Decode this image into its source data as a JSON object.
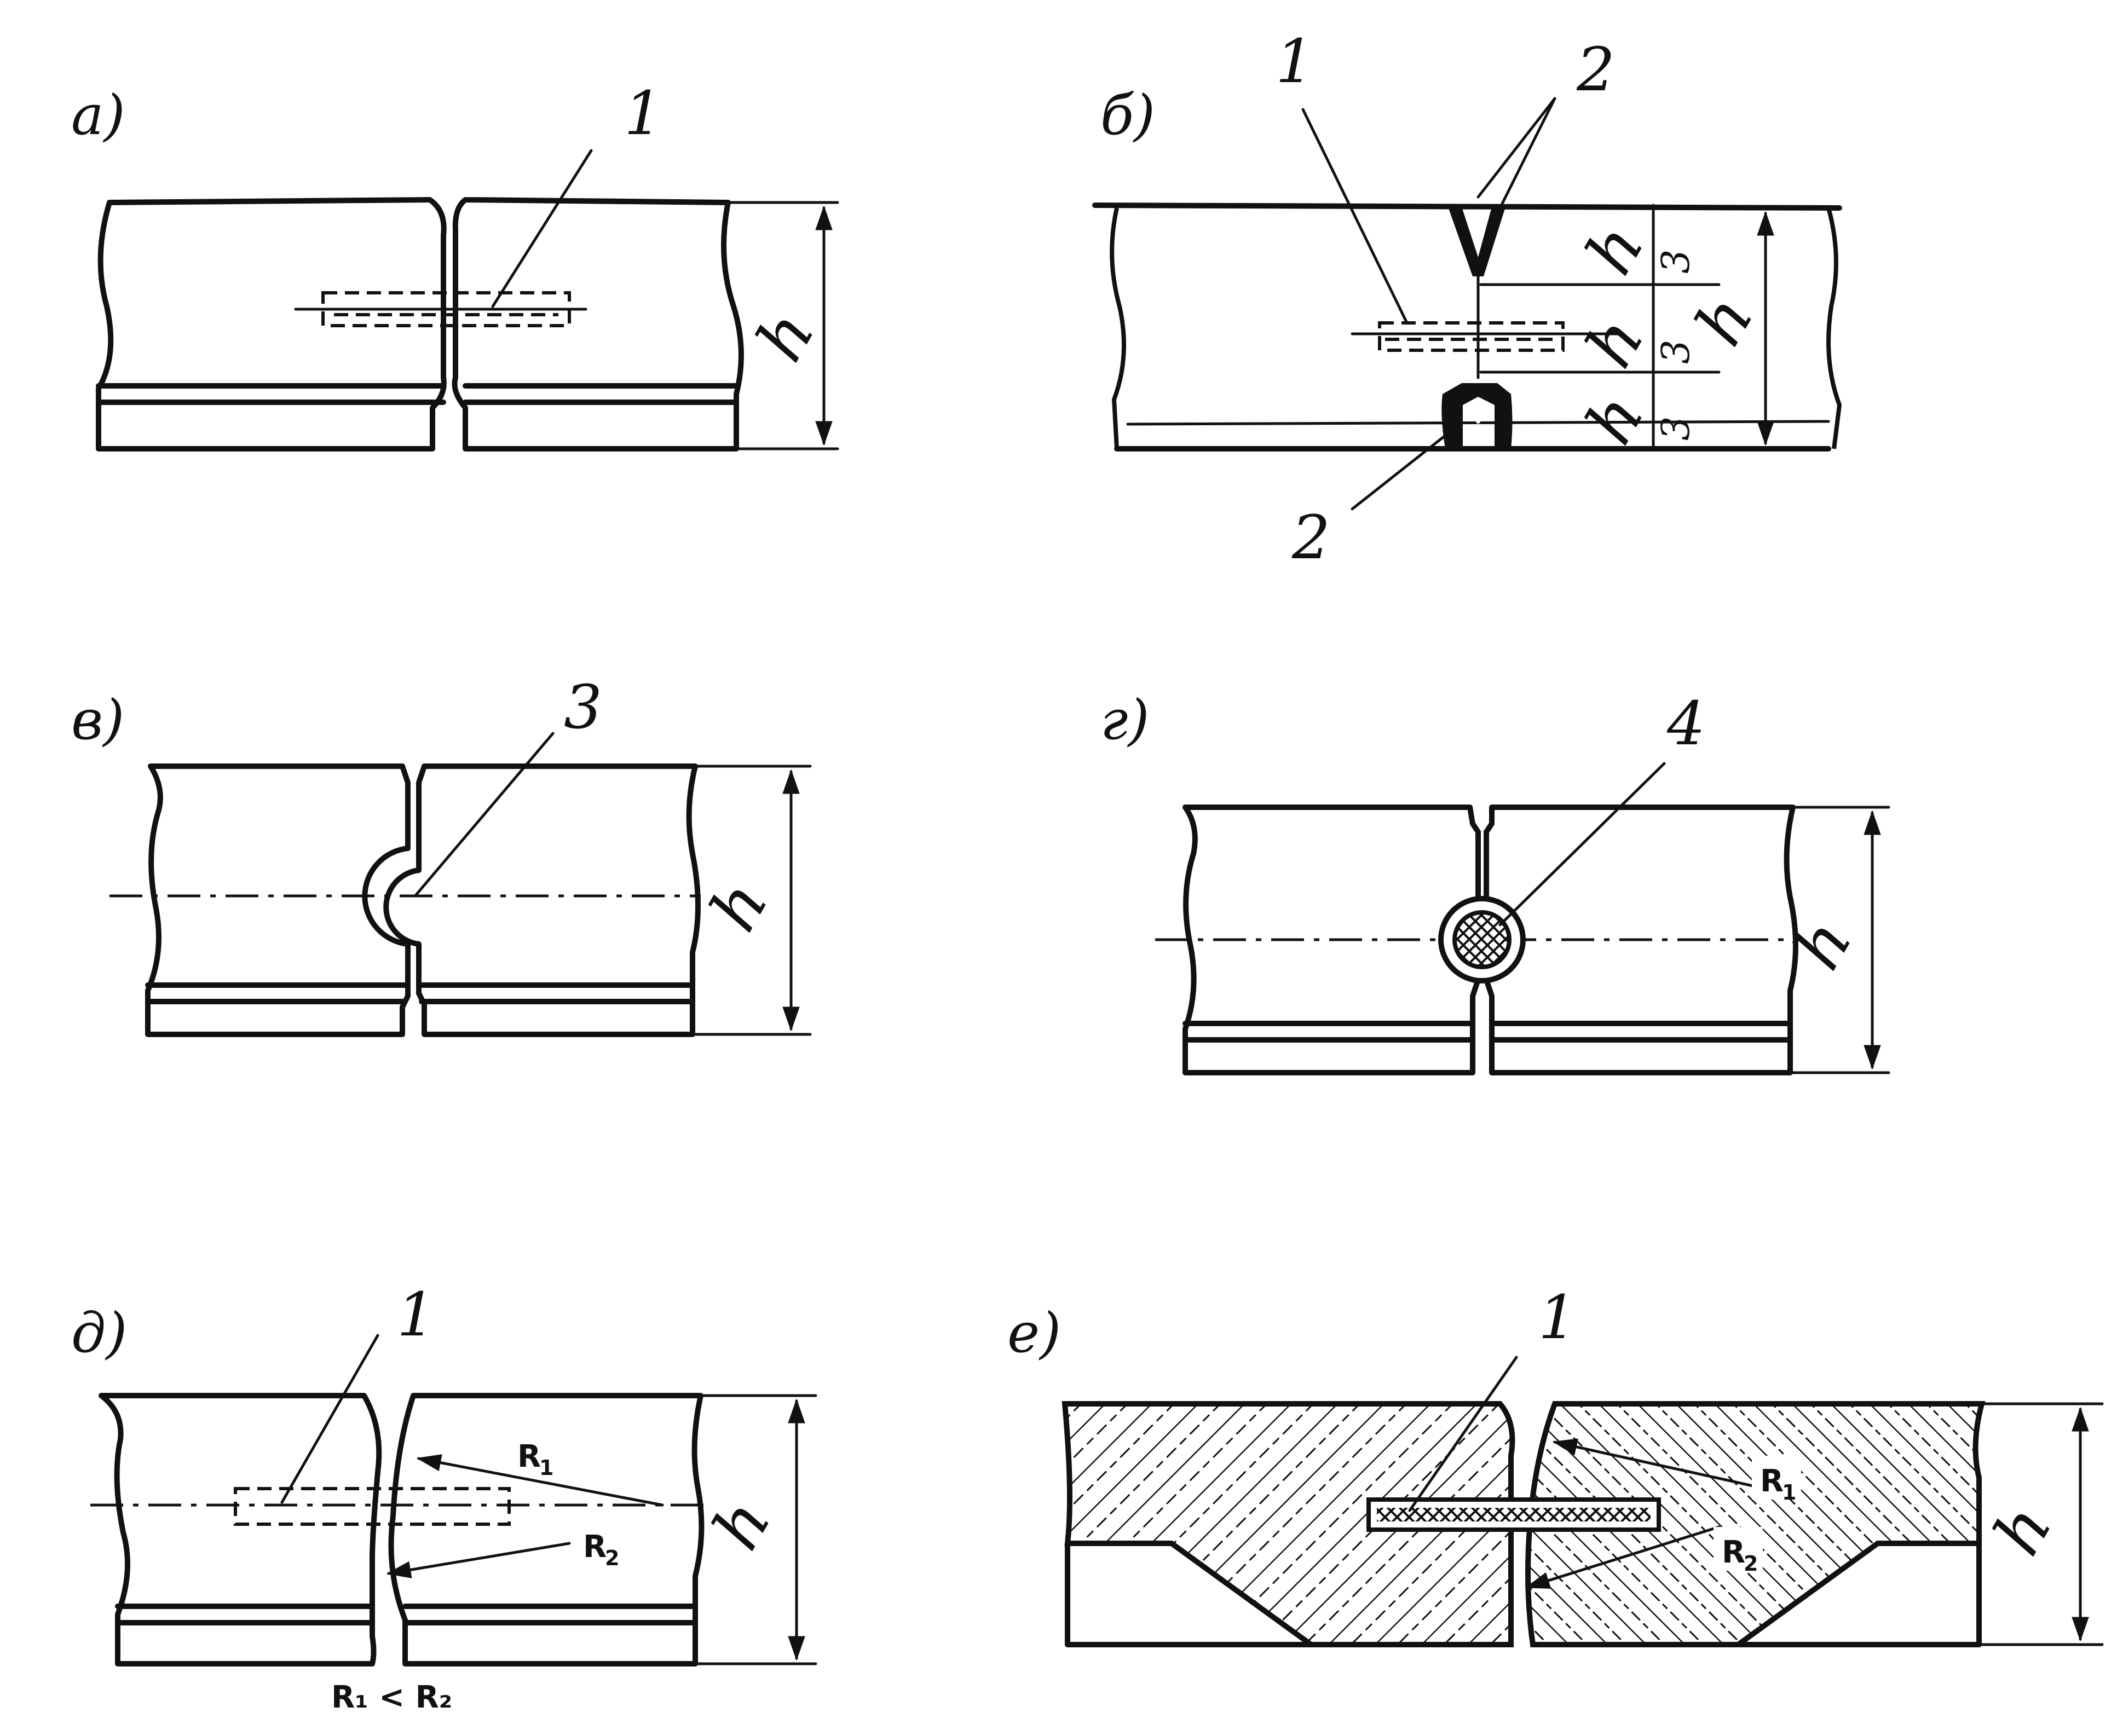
{
  "panels": {
    "a": {
      "label": "а)",
      "callout_1": "1",
      "dim": "h"
    },
    "b": {
      "label": "б)",
      "callout_1": "1",
      "callout_2_top": "2",
      "callout_2_bottom": "2",
      "dim": "h",
      "seg_h": "h",
      "seg_3": "3"
    },
    "v": {
      "label": "в)",
      "callout_3": "3",
      "dim": "h"
    },
    "g": {
      "label": "г)",
      "callout_4": "4",
      "dim": "h"
    },
    "d": {
      "label": "д)",
      "callout_1": "1",
      "r1": "R",
      "r1_sub": "1",
      "r2": "R",
      "r2_sub": "2",
      "relation": "R₁ < R₂",
      "dim": "h"
    },
    "e": {
      "label": "е)",
      "callout_1": "1",
      "r1": "R",
      "r1_sub": "1",
      "r2": "R",
      "r2_sub": "2",
      "dim": "h"
    }
  },
  "colors": {
    "ink": "#111111",
    "paper": "#ffffff"
  }
}
